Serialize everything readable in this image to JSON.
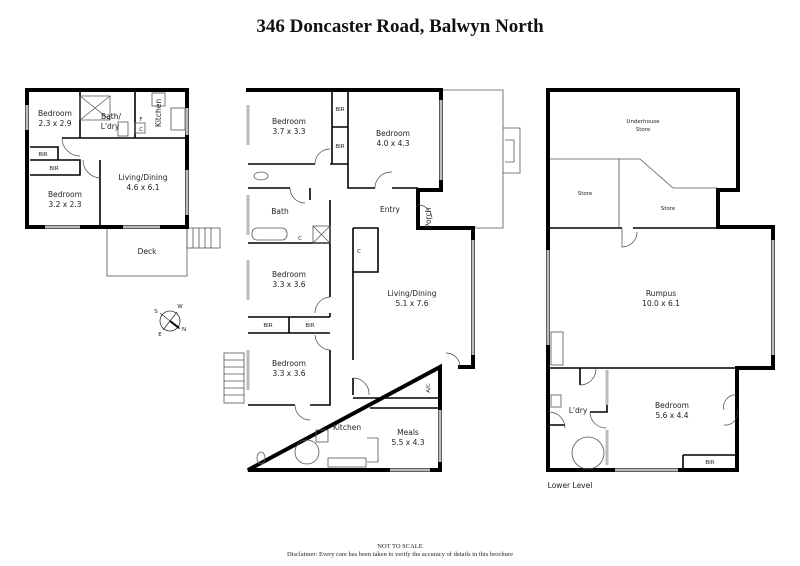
{
  "title": "346 Doncaster Road, Balwyn North",
  "footer": {
    "scale_note": "NOT TO SCALE",
    "disclaimer": "Disclaimer: Every care has been taken to verify the accuracy of details in this brochure"
  },
  "compass": {
    "n": "N",
    "s": "S",
    "e": "E",
    "w": "W"
  },
  "left_plan": {
    "bedroom1": {
      "name": "Bedroom",
      "size": "2.3 x 2.9"
    },
    "bath": {
      "name": "Bath/",
      "name2": "L'dry"
    },
    "kitchen": "Kitchen",
    "fridge": "F",
    "cupboard": "C",
    "bir1": "BIR",
    "bir2": "BIR",
    "bedroom2": {
      "name": "Bedroom",
      "size": "3.2 x 2.3"
    },
    "living": {
      "name": "Living/Dining",
      "size": "4.6 x 6.1"
    },
    "deck": "Deck"
  },
  "main_plan": {
    "bedroom1": {
      "name": "Bedroom",
      "size": "3.7 x 3.3"
    },
    "bir1": "BIR",
    "bir2": "BIR",
    "bedroom2": {
      "name": "Bedroom",
      "size": "4.0 x 4.3"
    },
    "bath": "Bath",
    "bath_c": "C",
    "entry": "Entry",
    "porch": "Porch",
    "living_c": "C",
    "bedroom3": {
      "name": "Bedroom",
      "size": "3.3 x 3.6"
    },
    "bir3": "BIR",
    "bir4": "BIR",
    "bedroom4": {
      "name": "Bedroom",
      "size": "3.3 x 3.6"
    },
    "living": {
      "name": "Living/Dining",
      "size": "5.1 x 7.6"
    },
    "ac": "A/C",
    "kitchen": "Kitchen",
    "meals": {
      "name": "Meals",
      "size": "5.5 x 4.3"
    }
  },
  "lower_plan": {
    "underhouse": {
      "name": "Underhouse",
      "name2": "Store"
    },
    "store1": "Store",
    "store2": "Store",
    "rumpus": {
      "name": "Rumpus",
      "size": "10.0 x 6.1"
    },
    "laundry": "L'dry",
    "bedroom": {
      "name": "Bedroom",
      "size": "5.6 x 4.4"
    },
    "bir": "BIR",
    "level_label": "Lower Level"
  }
}
